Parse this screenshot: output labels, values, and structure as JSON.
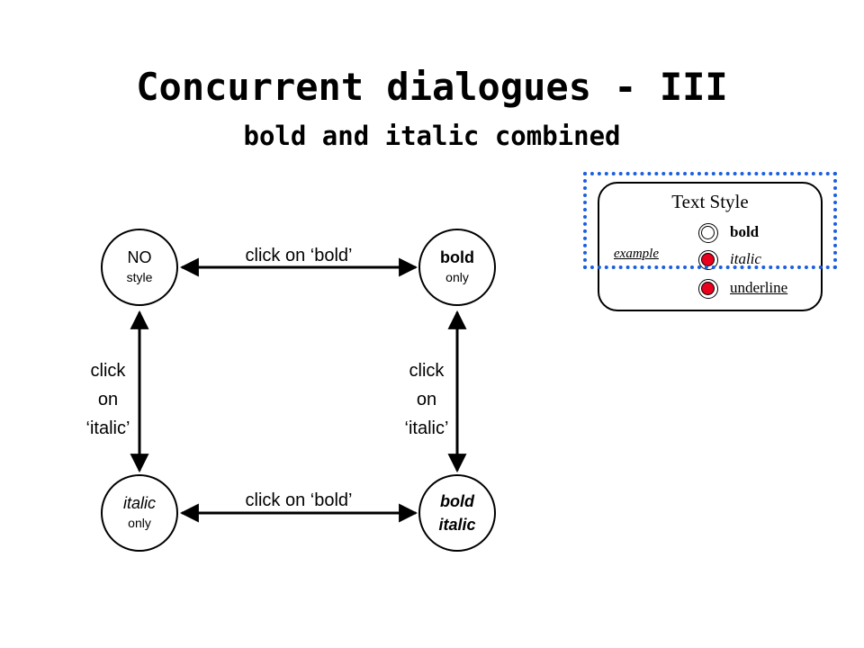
{
  "slide": {
    "title": "Concurrent dialogues - III",
    "subtitle": "bold and italic combined"
  },
  "states": {
    "no_style": {
      "line1": "NO",
      "line2": "style"
    },
    "bold_only": {
      "line1": "bold",
      "line2": "only"
    },
    "italic_only": {
      "line1": "italic",
      "line2": "only"
    },
    "bold_italic": {
      "line1": "bold",
      "line2": "italic"
    }
  },
  "transitions": {
    "top": "click on ‘bold’",
    "bottom": "click on ‘bold’",
    "left": {
      "line1": "click",
      "line2": "on",
      "line3": "‘italic’"
    },
    "right": {
      "line1": "click",
      "line2": "on",
      "line3": "‘italic’"
    }
  },
  "widget": {
    "title": "Text Style",
    "example_label": "example",
    "options": [
      {
        "label": "bold",
        "selected": false
      },
      {
        "label": "italic",
        "selected": true
      },
      {
        "label": "underline",
        "selected": true
      }
    ],
    "selected_color": "#e8001c",
    "focus_color": "#1a5fe0"
  }
}
